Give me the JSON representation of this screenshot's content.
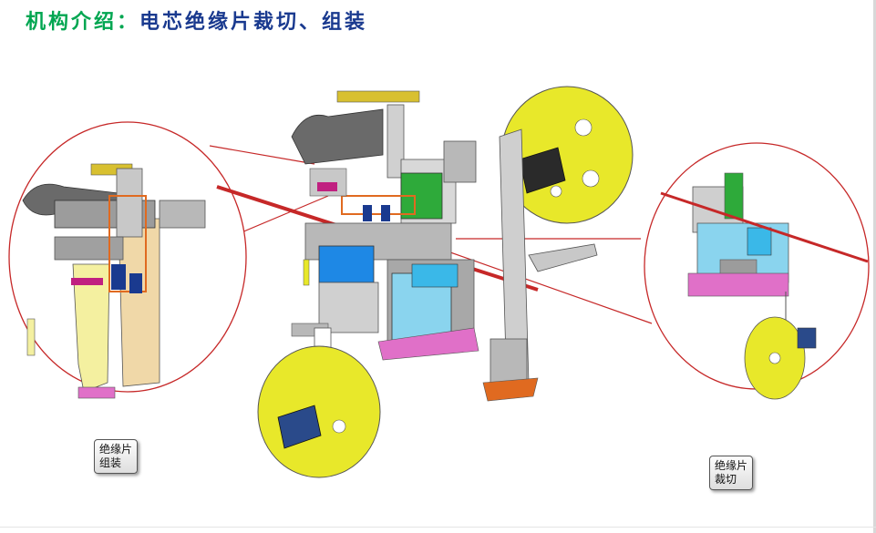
{
  "page": {
    "title_prefix": "机构介绍：",
    "title_main": "电芯绝缘片裁切、组装"
  },
  "labels": {
    "left": "绝缘片\n组装",
    "right": "绝缘片\n裁切"
  },
  "colors": {
    "title_green": "#00a651",
    "title_blue": "#1a3a8f",
    "callout_red": "#c62828",
    "reel_yellow": "#e8e82a",
    "frame_blue": "#8ad4ee",
    "block_green": "#2eaa3a",
    "base_pink": "#e070c8",
    "pale_yellow": "#f4f0a0"
  }
}
